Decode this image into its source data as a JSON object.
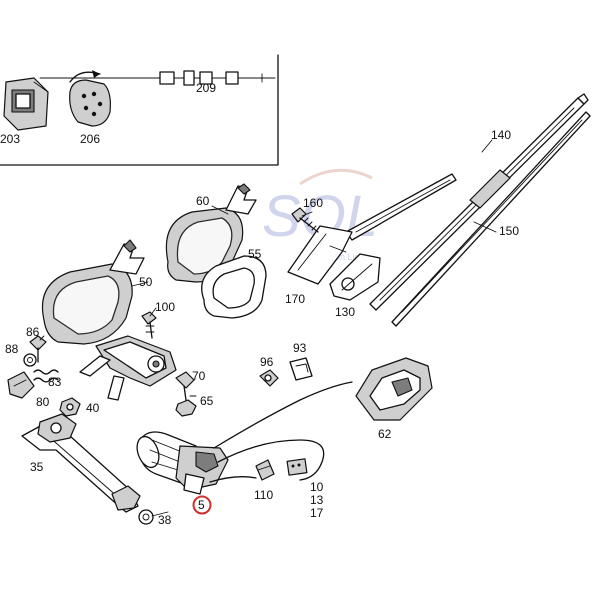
{
  "watermark": {
    "logo_text": "SOL",
    "tagline": "Sales On Line"
  },
  "inset": {
    "labels": {
      "p209": "209",
      "p203": "203",
      "p206": "206"
    }
  },
  "labels": {
    "p140": "140",
    "p150": "150",
    "p160": "160",
    "p60": "60",
    "p55": "55",
    "p170": "170",
    "p130": "130",
    "p50": "50",
    "p100": "100",
    "p86": "86",
    "p88": "88",
    "p83": "83",
    "p80": "80",
    "p40": "40",
    "p96": "96",
    "p93": "93",
    "p70": "70",
    "p65": "65",
    "p62": "62",
    "p35": "35",
    "p38": "38",
    "p5": "5",
    "p110": "110",
    "p10": "10",
    "p13": "13",
    "p17": "17"
  },
  "colors": {
    "line": "#111111",
    "highlight": "#d0302a",
    "watermark": "#b9bfe0"
  }
}
